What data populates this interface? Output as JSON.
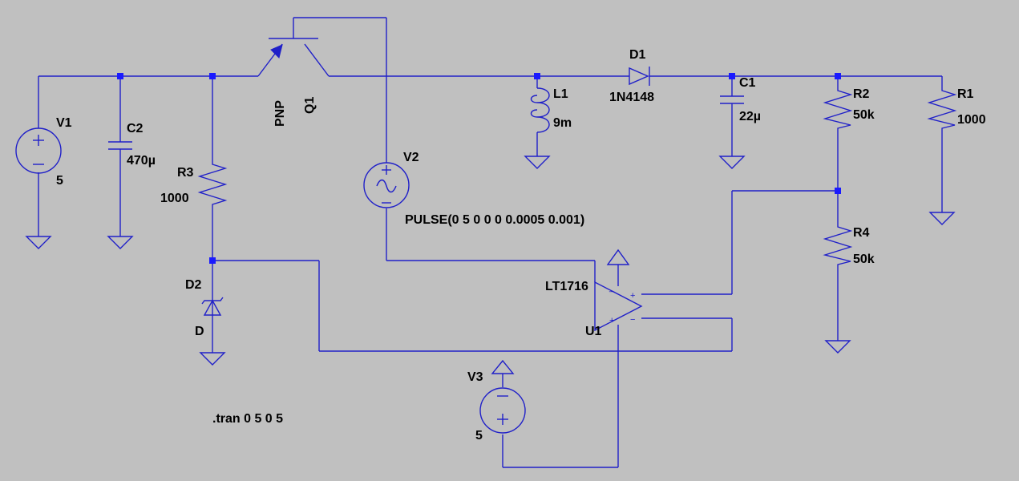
{
  "colors": {
    "background": "#c0c0c0",
    "wire": "#2020c8",
    "junction": "#1a1aff",
    "text": "#000000"
  },
  "components": {
    "V1": {
      "name": "V1",
      "value": "5"
    },
    "C2": {
      "name": "C2",
      "value": "470µ"
    },
    "R3": {
      "name": "R3",
      "value": "1000"
    },
    "Q1": {
      "name": "Q1",
      "type": "PNP"
    },
    "V2": {
      "name": "V2",
      "value": "PULSE(0 5 0 0 0 0.0005 0.001)"
    },
    "L1": {
      "name": "L1",
      "value": "9m"
    },
    "D1": {
      "name": "D1",
      "value": "1N4148"
    },
    "C1": {
      "name": "C1",
      "value": "22µ"
    },
    "R2": {
      "name": "R2",
      "value": "50k"
    },
    "R1": {
      "name": "R1",
      "value": "1000"
    },
    "R4": {
      "name": "R4",
      "value": "50k"
    },
    "D2": {
      "name": "D2",
      "value": "D"
    },
    "U1": {
      "name": "U1",
      "value": "LT1716"
    },
    "V3": {
      "name": "V3",
      "value": "5"
    }
  },
  "directive": ".tran 0 5 0 5"
}
